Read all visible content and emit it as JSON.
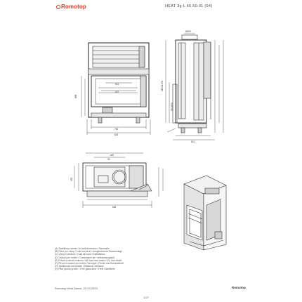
{
  "header": {
    "brand": "Romotop",
    "title": "HEAT 3g L 66.50.01 (04)"
  },
  "dimensions": {
    "front_width": "815",
    "front_inner": "760",
    "front_height": "806",
    "glass_label": "511",
    "opening_label": "637",
    "side_depth": "521",
    "side_flue": "Ø200",
    "side_height_a": "1130-1270",
    "side_height_b": "510-650",
    "plan_width": "664",
    "plan_depth": "322",
    "plan_gap": "90",
    "plan_side": "420"
  },
  "notes": [
    "(A) Zadeitrovy rozmer / In-built dimension / Baumaße",
    "(B) Otvor pro vstup / Cold iron level / Ausgleichende Raumeinlage",
    "(C) Vstupní průduch / Cold air input / Kaltluftsturz",
    "(D) Vzduch pro hoření / Combustion air / Verbrennungsluft",
    "(E) Přívod a odvod vzduchu / Air input and output / Zu- und Abluft",
    "(F) Přívod a vzduch pro hoření / Air input / Primär und Sekundärluft",
    "(G) Vzdálenost od hořlavin / Distance / Abstand",
    "(H) Plná plocha proskl. / Free glass area / Freie Glasfläche"
  ],
  "footer": {
    "left": "Romotop Heat Dance, 22.03.2023",
    "right": "Romotop",
    "page": "1/27"
  }
}
